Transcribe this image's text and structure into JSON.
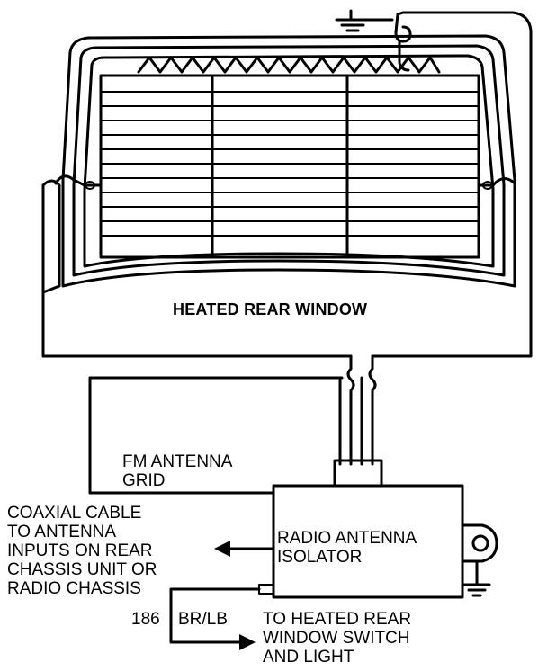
{
  "labels": {
    "window": "HEATED REAR WINDOW",
    "fm_grid": [
      "FM ANTENNA",
      "GRID"
    ],
    "coax": [
      "COAXIAL CABLE",
      "TO ANTENNA",
      "INPUTS ON REAR",
      "CHASSIS UNIT OR",
      "RADIO CHASSIS"
    ],
    "isolator": [
      "RADIO ANTENNA",
      "ISOLATOR"
    ],
    "circuit_number": "186",
    "wire_color": "BR/LB",
    "switch": [
      "TO HEATED REAR",
      "WINDOW SWITCH",
      "AND LIGHT"
    ]
  }
}
